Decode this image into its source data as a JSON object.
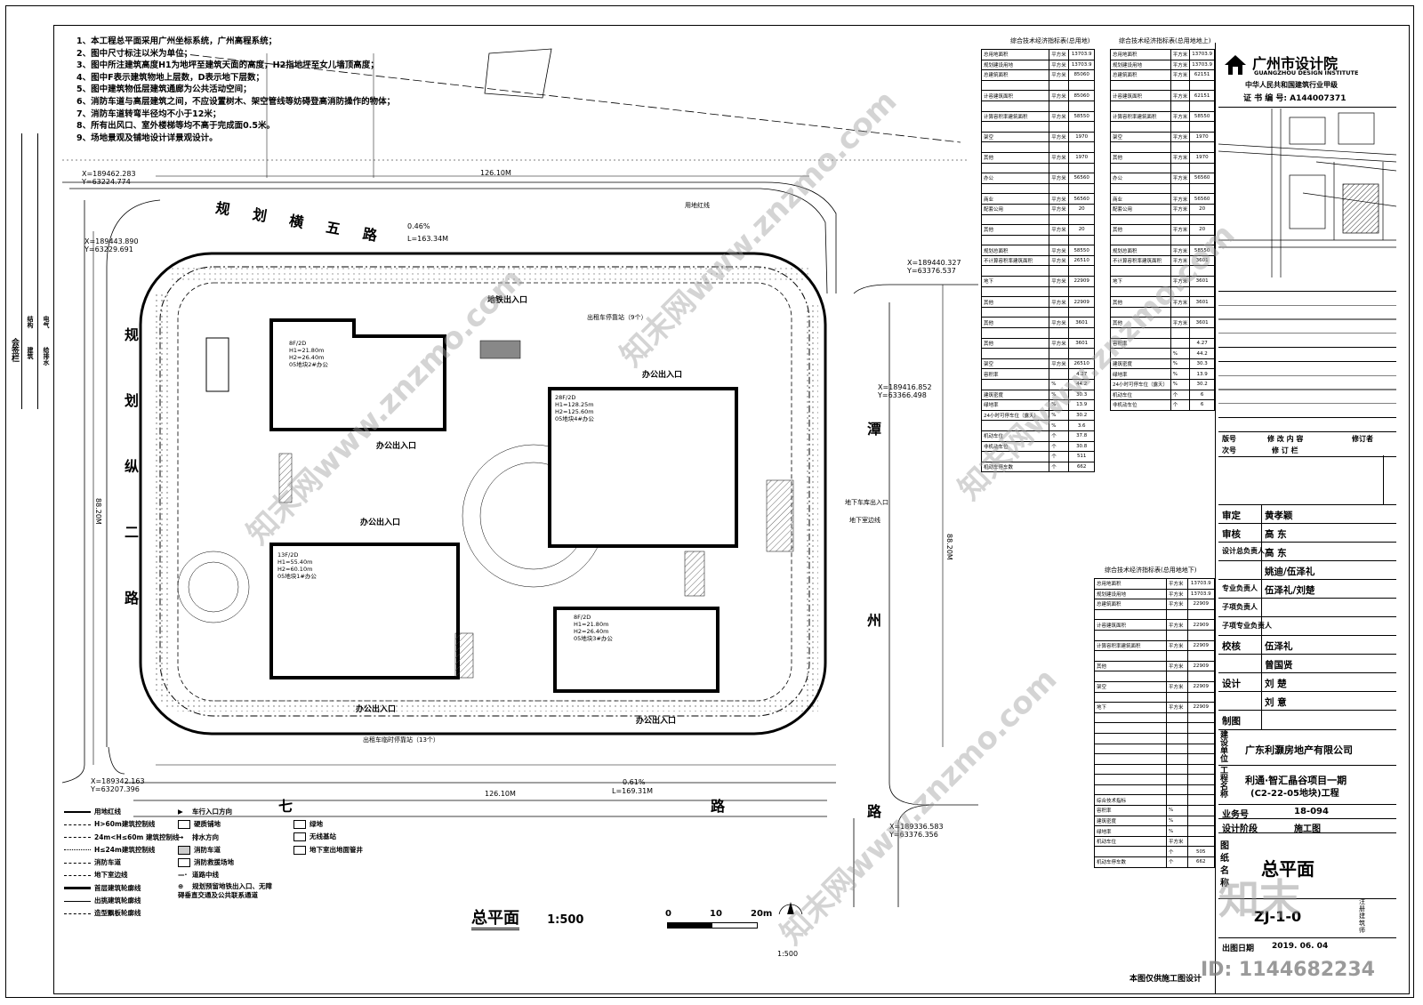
{
  "notes": [
    "1、本工程总平面采用广州坐标系统，广州高程系统；",
    "2、图中尺寸标注以米为单位；",
    "3、图中所注建筑高度H1为地坪至建筑天面的高度，H2指地坪至女儿墙顶高度；",
    "4、图中F表示建筑物地上层数，D表示地下层数；",
    "5、图中建筑物低层建筑通廊为公共活动空间；",
    "6、消防车道与高层建筑之间，不应设置树木、架空管线等妨碍登高消防操作的物体；",
    "7、消防车道转弯半径均不小于12米；",
    "8、所有出风口、室外楼梯等均不高于完成面0.5米。",
    "9、场地景观及铺地设计详景观设计。"
  ],
  "roads": {
    "north": "规划横五路",
    "west": "规划纵二路",
    "east": "潭州路",
    "south": "七路"
  },
  "buildings": [
    {
      "id": "b2",
      "label": "8F/2D",
      "h1": "H1=21.80m",
      "h2": "H2=26.40m",
      "use": "05地块2#办公"
    },
    {
      "id": "b4",
      "label": "28F/2D",
      "h1": "H1=128.25m",
      "h2": "H2=125.60m",
      "use": "05地块4#办公"
    },
    {
      "id": "b1",
      "label": "13F/2D",
      "h1": "H1=55.40m",
      "h2": "H2=60.10m",
      "use": "05地块1#办公"
    },
    {
      "id": "b3",
      "label": "8F/2D",
      "h1": "H1=21.80m",
      "h2": "H2=26.40m",
      "use": "05地块3#办公"
    }
  ],
  "site_labels": {
    "metro_entry": "地铁出入口",
    "office_entry_1": "办公出入口",
    "office_entry_2": "办公出入口",
    "office_entry_3": "办公出入口",
    "office_entry_4": "办公出入口",
    "office_entry_5": "办公出入口",
    "parking_entry": "地下车库出入口",
    "basement_line": "地下室边线",
    "taxi_top": "出租车停靠站（9个）",
    "taxi_bottom": "出租车临时停靠站（13个）",
    "red_line": "用地红线",
    "coord1": "X=189462.283",
    "coord1b": "Y=63224.774",
    "coord2": "X=189443.890",
    "coord2b": "Y=63229.691",
    "coord3": "X=189440.327",
    "coord3b": "Y=63376.537",
    "coord4": "X=189416.852",
    "coord4b": "Y=63366.498",
    "coord5": "X=189342.163",
    "coord5b": "Y=63207.396",
    "coord6": "X=189336.583",
    "coord6b": "Y=63376.356",
    "dim_top": "126.10M",
    "dim_bottom": "126.10M",
    "dim_east": "88.20M",
    "dim_west": "88.20M",
    "slope_top": "0.46%",
    "slope_bottom": "0.61%",
    "len_top": "L=163.34M",
    "len_bottom": "L=169.31M"
  },
  "legend": [
    {
      "sym": "line-red",
      "label": "用地红线"
    },
    {
      "sym": "dash",
      "label": "H>60m建筑控制线"
    },
    {
      "sym": "dash2",
      "label": "24m<H≤60m 建筑控制线"
    },
    {
      "sym": "dash3",
      "label": "H≤24m建筑控制线"
    },
    {
      "sym": "dashdot",
      "label": "消防车道"
    },
    {
      "sym": "dash4",
      "label": "地下室边线"
    },
    {
      "sym": "thick",
      "label": "首层建筑轮廓线"
    },
    {
      "sym": "thin",
      "label": "出挑建筑轮廓线"
    },
    {
      "sym": "dash5",
      "label": "造型飘板轮廓线"
    }
  ],
  "legend2": [
    {
      "label": "车行入口方向"
    },
    {
      "label": "硬质铺地"
    },
    {
      "label": "排水方向"
    },
    {
      "label": "消防车道"
    },
    {
      "label": "消防救援场地"
    },
    {
      "label": "道路中线"
    },
    {
      "label": "规划预留地铁出入口、无障碍垂直交通及公共联系通道"
    },
    {
      "label": "绿地"
    },
    {
      "label": "无线基站"
    },
    {
      "label": "地下室出地面管井"
    }
  ],
  "drawing_title": "总平面",
  "scale": "1:500",
  "scale_bar": [
    "0",
    "10",
    "20m"
  ],
  "scale_bottom": "1:500",
  "construction_only": "本图仅供施工图设计",
  "table1_title": "综合技术经济指标表(总用地)",
  "table2_title": "综合技术经济指标表(总用地地上)",
  "table3_title": "综合技术经济指标表(总用地地下)",
  "table1": [
    [
      "总用地面积",
      "平方米",
      "13703.9"
    ],
    [
      "规划建设用地",
      "平方米",
      "13703.9"
    ],
    [
      "总建筑面积",
      "平方米",
      "85060"
    ],
    [
      "",
      "",
      ""
    ],
    [
      "计容建筑面积",
      "平方米",
      "85060"
    ],
    [
      "",
      "",
      ""
    ],
    [
      "计算容积率建筑面积",
      "平方米",
      "58550"
    ],
    [
      "",
      "",
      ""
    ],
    [
      "架空",
      "平方米",
      "1970"
    ],
    [
      "",
      "",
      ""
    ],
    [
      "其他",
      "平方米",
      "1970"
    ],
    [
      "",
      "",
      ""
    ],
    [
      "办公",
      "平方米",
      "56560"
    ],
    [
      "",
      "",
      ""
    ],
    [
      "商业",
      "平方米",
      "56560"
    ],
    [
      "配套公用",
      "平方米",
      "20"
    ],
    [
      "",
      "",
      ""
    ],
    [
      "其他",
      "平方米",
      "20"
    ],
    [
      "",
      "",
      ""
    ],
    [
      "规划总面积",
      "平方米",
      "58550"
    ],
    [
      "不计算容积率建筑面积",
      "平方米",
      "26510"
    ],
    [
      "",
      "",
      ""
    ],
    [
      "地下",
      "平方米",
      "22909"
    ],
    [
      "",
      "",
      ""
    ],
    [
      "其他",
      "平方米",
      "22909"
    ],
    [
      "",
      "",
      ""
    ],
    [
      "其他",
      "平方米",
      "3601"
    ],
    [
      "",
      "",
      ""
    ],
    [
      "其他",
      "平方米",
      "3601"
    ],
    [
      "",
      "",
      ""
    ],
    [
      "架空",
      "平方米",
      "26510"
    ],
    [
      "容积率",
      "",
      "4.27"
    ],
    [
      "",
      "%",
      "44.2"
    ],
    [
      "建筑密度",
      "%",
      "30.3"
    ],
    [
      "绿地率",
      "%",
      "13.9"
    ],
    [
      "24小时可停车位（露天）",
      "%",
      "30.2"
    ],
    [
      "",
      "%",
      "3.6"
    ],
    [
      "机动车位",
      "个",
      "37.8"
    ],
    [
      "非机动车位",
      "个",
      "30.8"
    ],
    [
      "",
      "个",
      "511"
    ],
    [
      "机动车停车数",
      "个",
      "662"
    ]
  ],
  "table2": [
    [
      "总用地面积",
      "平方米",
      "13703.9"
    ],
    [
      "规划建设用地",
      "平方米",
      "13703.9"
    ],
    [
      "总建筑面积",
      "平方米",
      "62151"
    ],
    [
      "",
      "",
      ""
    ],
    [
      "计容建筑面积",
      "平方米",
      "62151"
    ],
    [
      "",
      "",
      ""
    ],
    [
      "计算容积率建筑面积",
      "平方米",
      "58550"
    ],
    [
      "",
      "",
      ""
    ],
    [
      "架空",
      "平方米",
      "1970"
    ],
    [
      "",
      "",
      ""
    ],
    [
      "其他",
      "平方米",
      "1970"
    ],
    [
      "",
      "",
      ""
    ],
    [
      "办公",
      "平方米",
      "56560"
    ],
    [
      "",
      "",
      ""
    ],
    [
      "商业",
      "平方米",
      "56560"
    ],
    [
      "配套公用",
      "平方米",
      "20"
    ],
    [
      "",
      "",
      ""
    ],
    [
      "其他",
      "平方米",
      "20"
    ],
    [
      "",
      "",
      ""
    ],
    [
      "规划总面积",
      "平方米",
      "58550"
    ],
    [
      "不计算容积率建筑面积",
      "平方米",
      "3601"
    ],
    [
      "",
      "",
      ""
    ],
    [
      "地下",
      "平方米",
      "3601"
    ],
    [
      "",
      "",
      ""
    ],
    [
      "其他",
      "平方米",
      "3601"
    ],
    [
      "",
      "",
      ""
    ],
    [
      "其他",
      "平方米",
      "3601"
    ],
    [
      "",
      "",
      ""
    ],
    [
      "容积率",
      "",
      "4.27"
    ],
    [
      "",
      "%",
      "44.2"
    ],
    [
      "建筑密度",
      "%",
      "30.3"
    ],
    [
      "绿地率",
      "%",
      "13.9"
    ],
    [
      "24小时可停车位（露天）",
      "%",
      "30.2"
    ],
    [
      "机动车位",
      "个",
      "6"
    ],
    [
      "非机动车位",
      "个",
      "6"
    ]
  ],
  "table3": [
    [
      "总用地面积",
      "平方米",
      "13703.9"
    ],
    [
      "规划建设用地",
      "平方米",
      "13703.9"
    ],
    [
      "总建筑面积",
      "平方米",
      "22909"
    ],
    [
      "",
      "",
      ""
    ],
    [
      "计容建筑面积",
      "平方米",
      "22909"
    ],
    [
      "",
      "",
      ""
    ],
    [
      "计算容积率建筑面积",
      "平方米",
      "22909"
    ],
    [
      "",
      "",
      ""
    ],
    [
      "其他",
      "平方米",
      "22909"
    ],
    [
      "",
      "",
      ""
    ],
    [
      "架空",
      "平方米",
      "22909"
    ],
    [
      "",
      "",
      ""
    ],
    [
      "地下",
      "平方米",
      "22909"
    ],
    [
      "",
      "",
      ""
    ],
    [
      "",
      "",
      ""
    ],
    [
      "",
      "",
      ""
    ],
    [
      "",
      "",
      ""
    ],
    [
      "",
      "",
      ""
    ],
    [
      "",
      "",
      ""
    ],
    [
      "",
      "",
      ""
    ],
    [
      "",
      "",
      ""
    ],
    [
      "综合技术指标",
      "",
      ""
    ],
    [
      "容积率",
      "%",
      ""
    ],
    [
      "建筑密度",
      "%",
      ""
    ],
    [
      "绿地率",
      "%",
      ""
    ],
    [
      "机动车位",
      "平方米",
      ""
    ],
    [
      "",
      "个",
      "505"
    ],
    [
      "机动车停车数",
      "个",
      "662"
    ]
  ],
  "institute": {
    "name": "广州市设计院",
    "en": "GUANGZHOU DESIGN INSTITUTE",
    "grade": "中华人民共和国建筑行业甲级",
    "cert": "证 书 编 号: A144007371"
  },
  "revision": {
    "col1": "版号",
    "col2": "修 改 内 容",
    "col3": "修订者",
    "foot1": "次号",
    "foot2": "修 订 栏"
  },
  "staff": [
    {
      "role": "审定",
      "name": "黄孝颖"
    },
    {
      "role": "审核",
      "name": "高 东"
    },
    {
      "role": "设计总负责人",
      "name": "高 东"
    },
    {
      "role": "",
      "name": "姚迪/伍泽礼"
    },
    {
      "role": "专业负责人",
      "name": "伍泽礼/刘楚"
    },
    {
      "role": "子项负责人",
      "name": ""
    },
    {
      "role": "子项专业负责人",
      "name": ""
    },
    {
      "role": "校核",
      "name": "伍泽礼"
    },
    {
      "role": "",
      "name": "曾国贤"
    },
    {
      "role": "设计",
      "name": "刘 楚"
    },
    {
      "role": "",
      "name": "刘 意"
    },
    {
      "role": "制图",
      "name": ""
    }
  ],
  "client_label": "建设单位",
  "client": "广东利灏房地产有限公司",
  "project_label": "工程名称",
  "project": "利通·智汇晶谷项目一期",
  "project2": "(C2-22-05地块)工程",
  "job_label": "业务号",
  "job": "18-094",
  "stage_label": "设计阶段",
  "stage": "施工图",
  "sheet_label": "图纸名称",
  "sheet": "总平面",
  "drawing_no": "ZJ-1-0",
  "date_label": "出图日期",
  "date": "2019. 06. 04",
  "stamp_side": "注册建筑师",
  "left_strip": [
    "会签栏",
    "建筑",
    "结构",
    "给排水",
    "电气"
  ],
  "watermark": "知末网www.znzmo.com",
  "id_text": "ID: 1144682234",
  "logo_text": "知末"
}
